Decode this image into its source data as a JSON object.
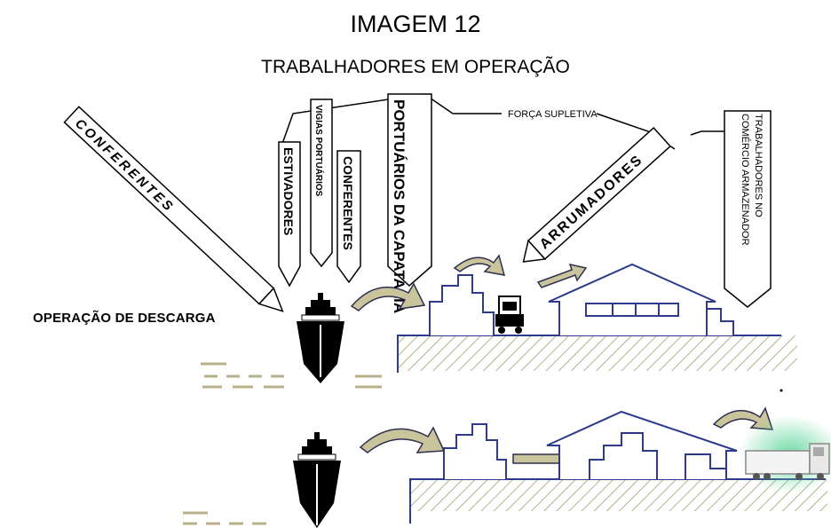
{
  "title": "IMAGEM 12",
  "subtitle": "TRABALHADORES EM OPERAÇÃO",
  "operation_label": "OPERAÇÃO DE DESCARGA",
  "force_label": "FORÇA SUPLETIVA",
  "workers": {
    "conferentes_label": "CONFERENTES",
    "estivadores": "ESTIVADORES",
    "vigias": "VIGIAS PORTUÁRIOS",
    "conferentes": "CONFERENTES",
    "capatazia": "PORTUÁRIOS DA CAPATAZIA",
    "arrumadores": "ARRUMADORES",
    "comercio_line1": "TRABALHADORES NO",
    "comercio_line2": "COMÉRCIO ARMAZENADOR"
  },
  "colors": {
    "arrow_fill": "#c9c49c",
    "arrow_stroke": "#2e2e50",
    "line_blue": "#2e3a8c",
    "ground_hatch": "#b8b08a",
    "ship": "#000000",
    "green_glow": "#5fd69a"
  },
  "icons": [
    "ship-icon",
    "curved-arrow-icon",
    "warehouse-icon",
    "truck-icon",
    "forklift-icon"
  ]
}
